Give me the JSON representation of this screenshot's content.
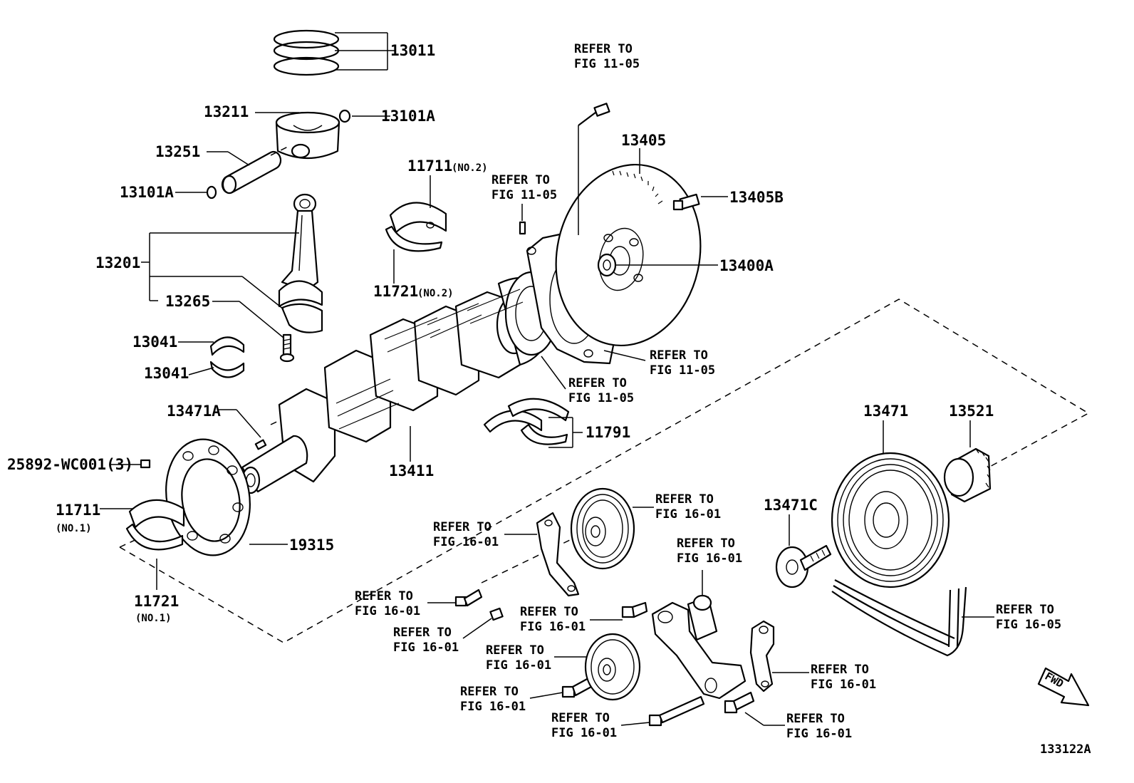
{
  "labels": {
    "p13011": "13011",
    "p13211": "13211",
    "p13101a_top": "13101A",
    "p13251": "13251",
    "p13101a_left": "13101A",
    "p13201": "13201",
    "p13265": "13265",
    "p13041_a": "13041",
    "p13041_b": "13041",
    "p13471a": "13471A",
    "p25892": "25892-WC001(3)",
    "p11711_no1": "11711",
    "p11711_no1_sub": "(NO.1)",
    "p11721_no1": "11721",
    "p11721_no1_sub": "(NO.1)",
    "p19315": "19315",
    "p11711_no2": "11711",
    "p11711_no2_sub": "(NO.2)",
    "p11721_no2": "11721",
    "p11721_no2_sub": "(NO.2)",
    "p13411": "13411",
    "p11791": "11791",
    "p13405": "13405",
    "p13405b": "13405B",
    "p13400a": "13400A",
    "p13471": "13471",
    "p13521": "13521",
    "p13471c": "13471C",
    "fwd": "FWD",
    "figure_id": "133122A"
  },
  "refs": {
    "ref_top_bolt": [
      "REFER TO",
      "FIG 11-05"
    ],
    "ref_pin": [
      "REFER TO",
      "FIG 11-05"
    ],
    "ref_seal_retainer": [
      "REFER TO",
      "FIG 11-05"
    ],
    "ref_plate": [
      "REFER TO",
      "FIG 11-05"
    ],
    "ref_idler_upper": [
      "REFER TO",
      "FIG 16-01"
    ],
    "ref_bracket": [
      "REFER TO",
      "FIG 16-01"
    ],
    "ref_bolt_a": [
      "REFER TO",
      "FIG 16-01"
    ],
    "ref_bolt_b": [
      "REFER TO",
      "FIG 16-01"
    ],
    "ref_bolt_c": [
      "REFER TO",
      "FIG 16-01"
    ],
    "ref_tensioner": [
      "REFER TO",
      "FIG 16-01"
    ],
    "ref_idler_lower": [
      "REFER TO",
      "FIG 16-01"
    ],
    "ref_bolt_d": [
      "REFER TO",
      "FIG 16-01"
    ],
    "ref_long_bolt": [
      "REFER TO",
      "FIG 16-01"
    ],
    "ref_arm": [
      "REFER TO",
      "FIG 16-01"
    ],
    "ref_arm_bolt": [
      "REFER TO",
      "FIG 16-01"
    ],
    "ref_belt": [
      "REFER TO",
      "FIG 16-05"
    ]
  }
}
